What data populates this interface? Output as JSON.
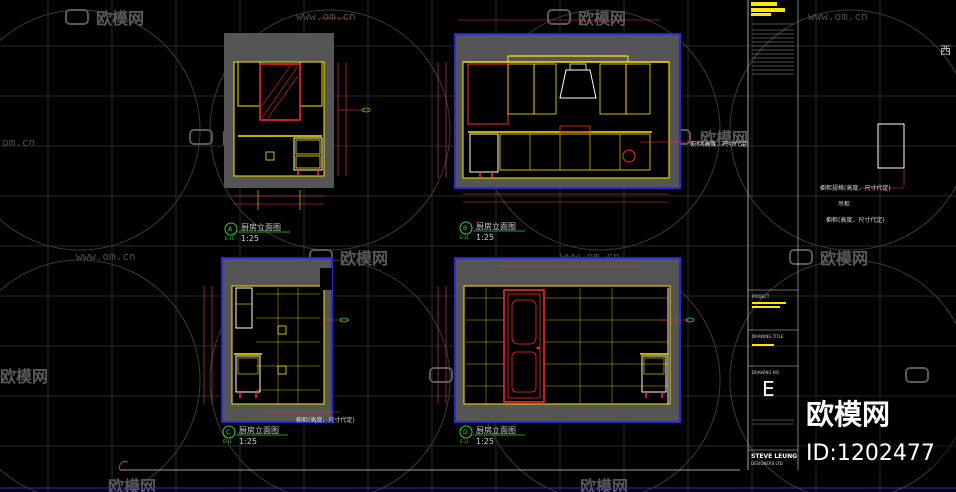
{
  "watermark": {
    "brand": "欧模网",
    "site": "www.om.cn",
    "site_short": "om.cn"
  },
  "elevations": [
    {
      "id": "A",
      "sheet": "E-11",
      "title": "厨房立面图",
      "scale": "1:25"
    },
    {
      "id": "B",
      "sheet": "E-11",
      "title": "厨房立面图",
      "scale": "1:25"
    },
    {
      "id": "C",
      "sheet": "E-11",
      "title": "厨房立面图",
      "scale": "1:25"
    },
    {
      "id": "D",
      "sheet": "E-11",
      "title": "厨房立面图",
      "scale": "1:25"
    }
  ],
  "annotations": {
    "cabinet_b": "橱柜(高度、尺寸代定)",
    "cabinet_c": "橱柜(高度、尺寸代定)",
    "right_1": "橱柜规格(高度、尺寸代定)",
    "right_2": "吊柜",
    "right_3": "橱柜(高度、尺寸代定)",
    "edge_char": "西"
  },
  "title_block": {
    "project_label": "PROJECT",
    "drawing_title_label": "DRAWING TITLE",
    "drawing_no_label": "DRAWING NO.",
    "drawing_no": "E",
    "company": "STEVE LEUNG",
    "company_sub": "DESIGNERS LTD"
  },
  "badge": {
    "brand": "欧模网",
    "id_text": "ID:1202477"
  },
  "colors": {
    "background": "#000000",
    "grid": "#2a2a2a",
    "frame_border": "#2b2bd6",
    "wall_fill": "#555555",
    "primary_line": "#ffe600",
    "secondary_line": "#ff2b2b",
    "accent_line": "#34d234",
    "dimension_line": "#ff3b3b",
    "cabinet_outline": "#ffffff"
  }
}
